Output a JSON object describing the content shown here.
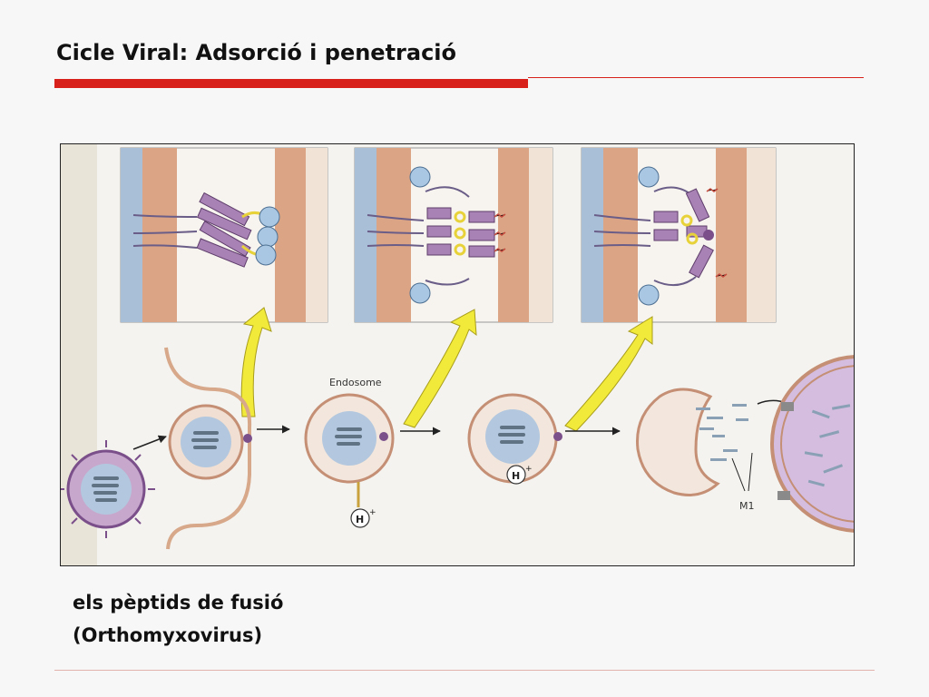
{
  "slide": {
    "title": "Cicle Viral: Adsorció i penetració",
    "caption_line1": "els pèptids de fusió",
    "caption_line2": "(Orthomyxovirus)",
    "accent_color": "#d9211c"
  },
  "figure": {
    "endosome_label": "Endosome",
    "proton_label": "H",
    "proton_charge": "+",
    "matrix_label": "M1",
    "icons": [
      "virion",
      "endosome",
      "yellow-arrow",
      "black-arrow",
      "proton",
      "nucleus"
    ]
  }
}
